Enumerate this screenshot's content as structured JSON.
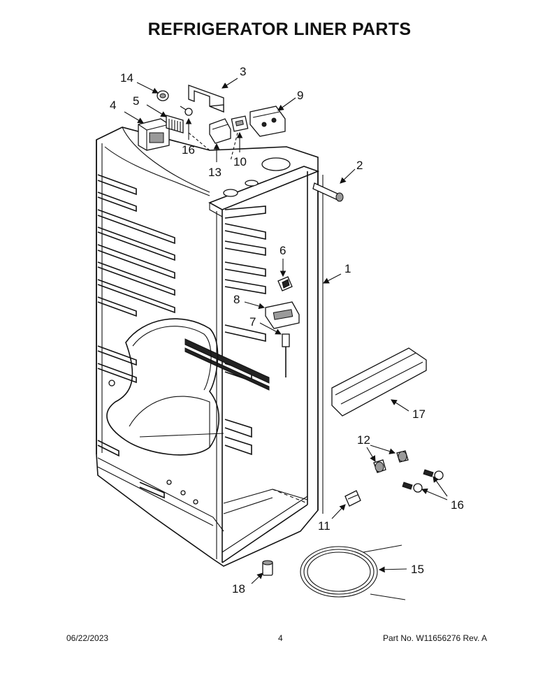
{
  "title": "REFRIGERATOR LINER PARTS",
  "callouts": {
    "c1": "1",
    "c2": "2",
    "c3": "3",
    "c4": "4",
    "c5": "5",
    "c6": "6",
    "c7": "7",
    "c8": "8",
    "c9": "9",
    "c10": "10",
    "c11": "11",
    "c12": "12",
    "c13": "13",
    "c14": "14",
    "c15": "15",
    "c16a": "16",
    "c16b": "16",
    "c17": "17",
    "c18": "18"
  },
  "footer": {
    "date": "06/22/2023",
    "page": "4",
    "part": "Part No.  W11656276  Rev.  A"
  }
}
